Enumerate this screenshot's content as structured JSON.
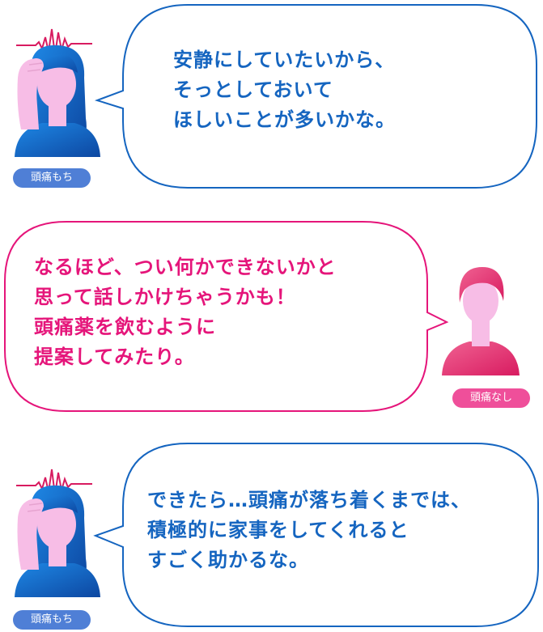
{
  "colors": {
    "blue": "#1565c0",
    "blue_tag": "#4f7fd6",
    "pink": "#e5157a",
    "pink_tag": "#ef4f9a",
    "face_pink": "#f7bde6",
    "headache_wave": "#d81b60"
  },
  "conversation": [
    {
      "speaker": "headache",
      "icon": "woman-headache-icon",
      "tag": "頭痛もち",
      "text": "安静にしていたいから、\nそっとしておいて\nほしいことが多いかな。"
    },
    {
      "speaker": "no-headache",
      "icon": "person-icon",
      "tag": "頭痛なし",
      "text": "なるほど、つい何かできないかと\n思って話しかけちゃうかも！\n頭痛薬を飲むように\n提案してみたり。"
    },
    {
      "speaker": "headache",
      "icon": "woman-headache-icon",
      "tag": "頭痛もち",
      "text": "できたら…頭痛が落ち着くまでは、\n積極的に家事をしてくれると\nすごく助かるな。"
    }
  ]
}
